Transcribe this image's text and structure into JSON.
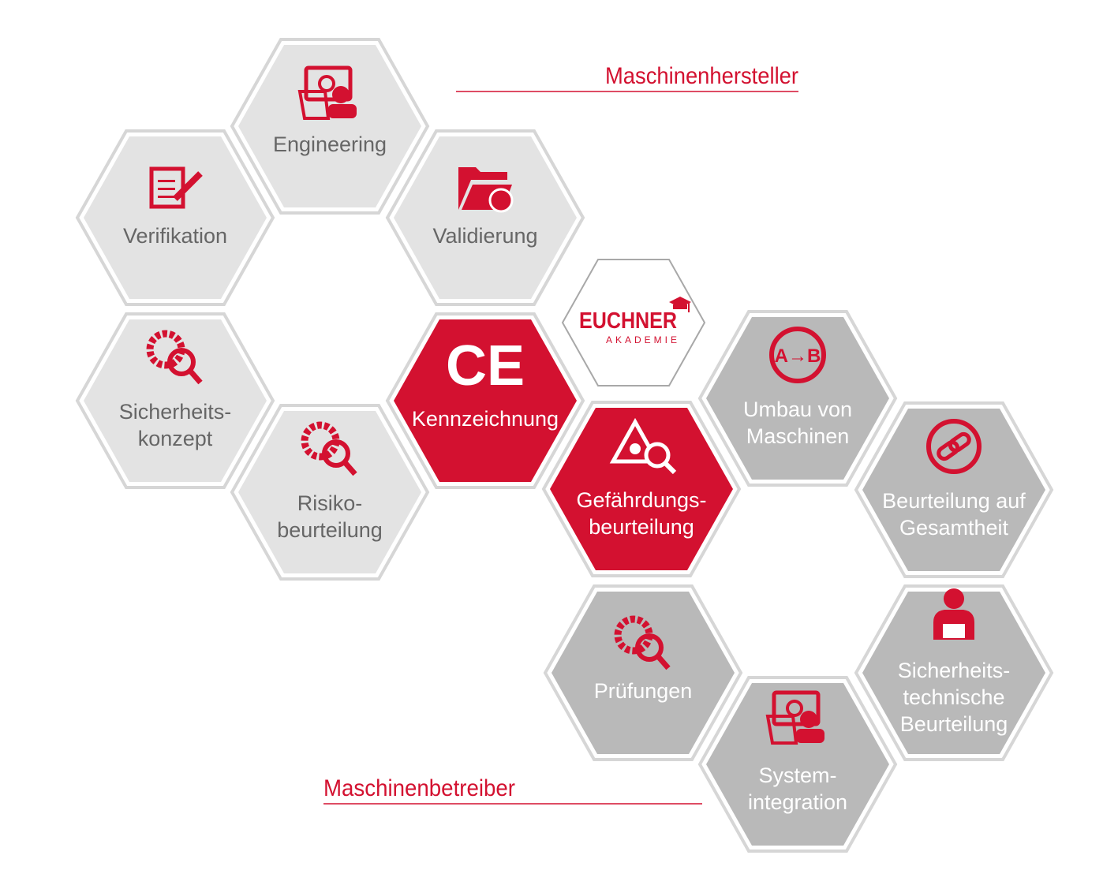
{
  "colors": {
    "red": "#d31130",
    "light_gray": "#e3e3e3",
    "dark_gray": "#b9b9b9",
    "text_gray": "#666666",
    "outline": "#d6d6d6"
  },
  "headers": {
    "top": "Maschinenhersteller",
    "bottom": "Maschinenbetreiber"
  },
  "logo": {
    "brand": "EUCHNER",
    "sub": "AKADEMIE"
  },
  "hexagons": [
    {
      "id": "engineering",
      "lines": [
        "Engineering"
      ],
      "style": "light",
      "icon": "engineer-computer-icon"
    },
    {
      "id": "verifikation",
      "lines": [
        "Verifikation"
      ],
      "style": "light",
      "icon": "document-edit-icon"
    },
    {
      "id": "validierung",
      "lines": [
        "Validierung"
      ],
      "style": "light",
      "icon": "folder-check-icon"
    },
    {
      "id": "sicherheitskonzept",
      "lines": [
        "Sicherheits-",
        "konzept"
      ],
      "style": "light",
      "icon": "hands-gear-icon"
    },
    {
      "id": "risikobeurteilung",
      "lines": [
        "Risiko-",
        "beurteilung"
      ],
      "style": "light",
      "icon": "gear-magnifier-icon"
    },
    {
      "id": "kennzeichnung",
      "lines": [
        "Kennzeichnung"
      ],
      "style": "red",
      "icon": "ce-mark-icon",
      "icon_text": "CE"
    },
    {
      "id": "gefaehrdungsbeurteilung",
      "lines": [
        "Gefährdungs-",
        "beurteilung"
      ],
      "style": "red",
      "icon": "warning-magnifier-icon"
    },
    {
      "id": "umbau",
      "lines": [
        "Umbau von",
        "Maschinen"
      ],
      "style": "dark",
      "icon": "a-to-b-bubble-icon",
      "icon_text": "A→B"
    },
    {
      "id": "gesamtheit",
      "lines": [
        "Beurteilung auf",
        "Gesamtheit"
      ],
      "style": "dark",
      "icon": "chain-bubble-icon"
    },
    {
      "id": "pruefungen",
      "lines": [
        "Prüfungen"
      ],
      "style": "dark",
      "icon": "gear-magnifier-icon"
    },
    {
      "id": "sicherheitstechnisch",
      "lines": [
        "Sicherheits-",
        "technische",
        "Beurteilung"
      ],
      "style": "dark",
      "icon": "technician-icon"
    },
    {
      "id": "systemintegration",
      "lines": [
        "System-",
        "integration"
      ],
      "style": "dark",
      "icon": "engineer-computer-icon"
    }
  ]
}
